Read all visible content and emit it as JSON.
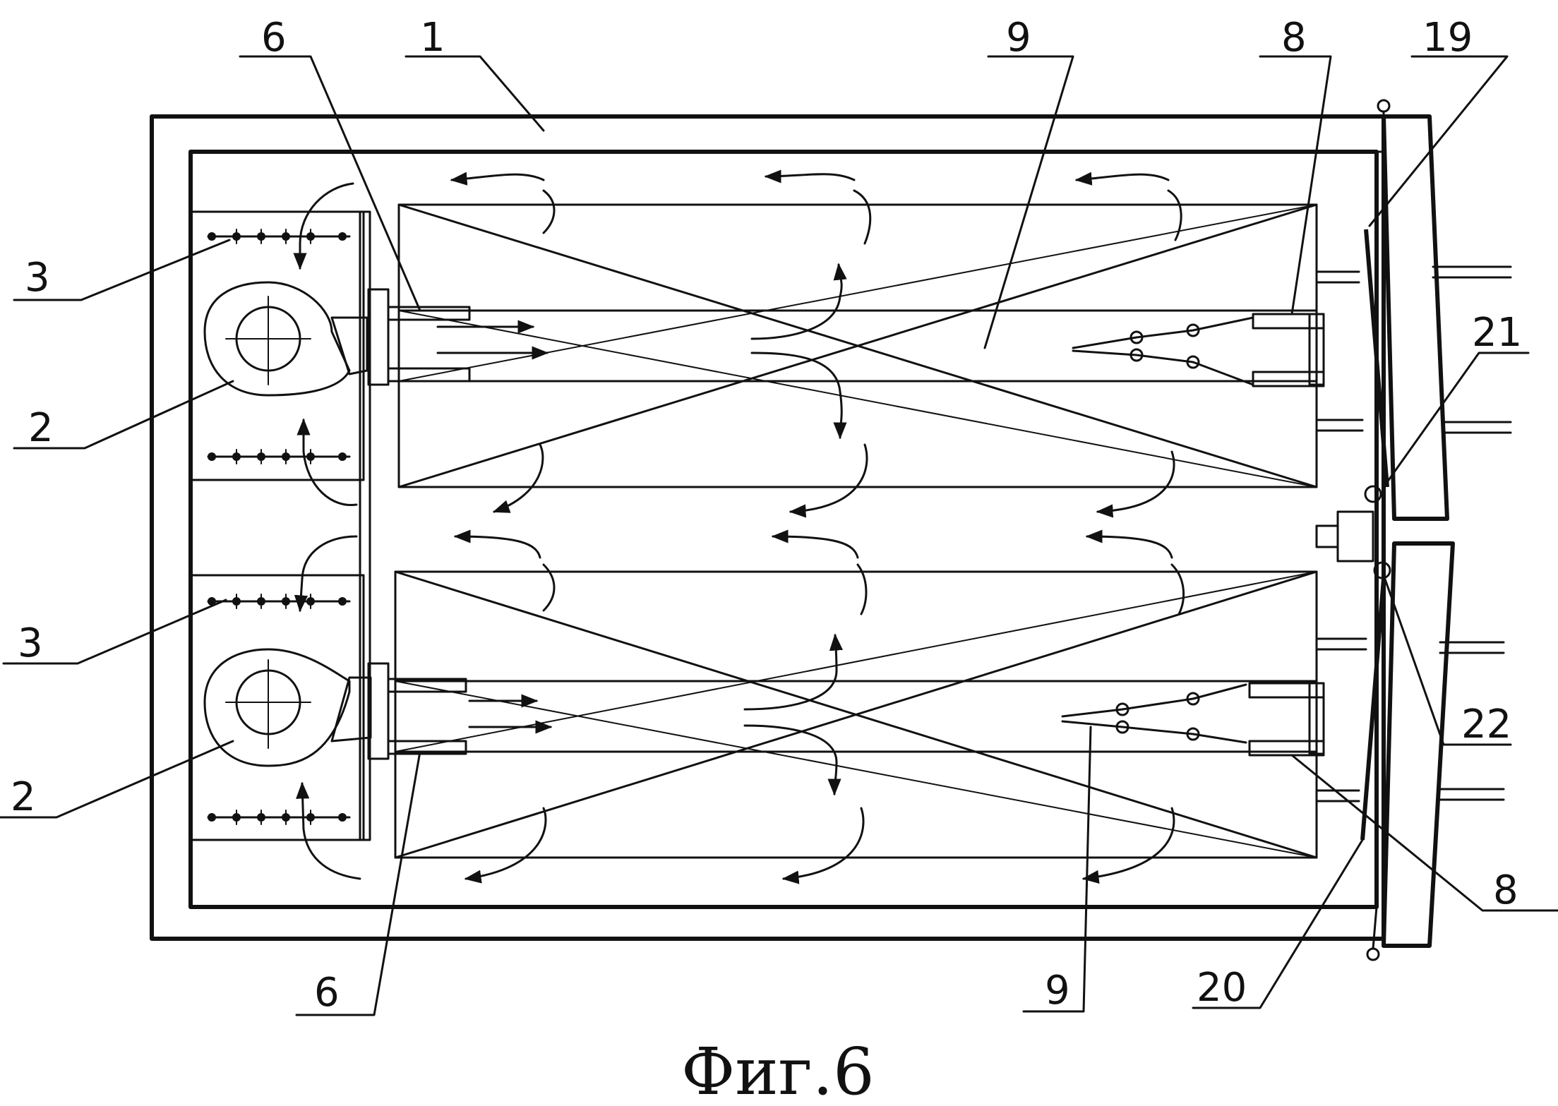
{
  "caption": "Фиг.6",
  "labels": {
    "l1": "1",
    "l2a": "2",
    "l2b": "2",
    "l3a": "3",
    "l3b": "3",
    "l6a": "6",
    "l6b": "6",
    "l8a": "8",
    "l8b": "8",
    "l9a": "9",
    "l9b": "9",
    "l19": "19",
    "l20": "20",
    "l21": "21",
    "l22": "22"
  }
}
